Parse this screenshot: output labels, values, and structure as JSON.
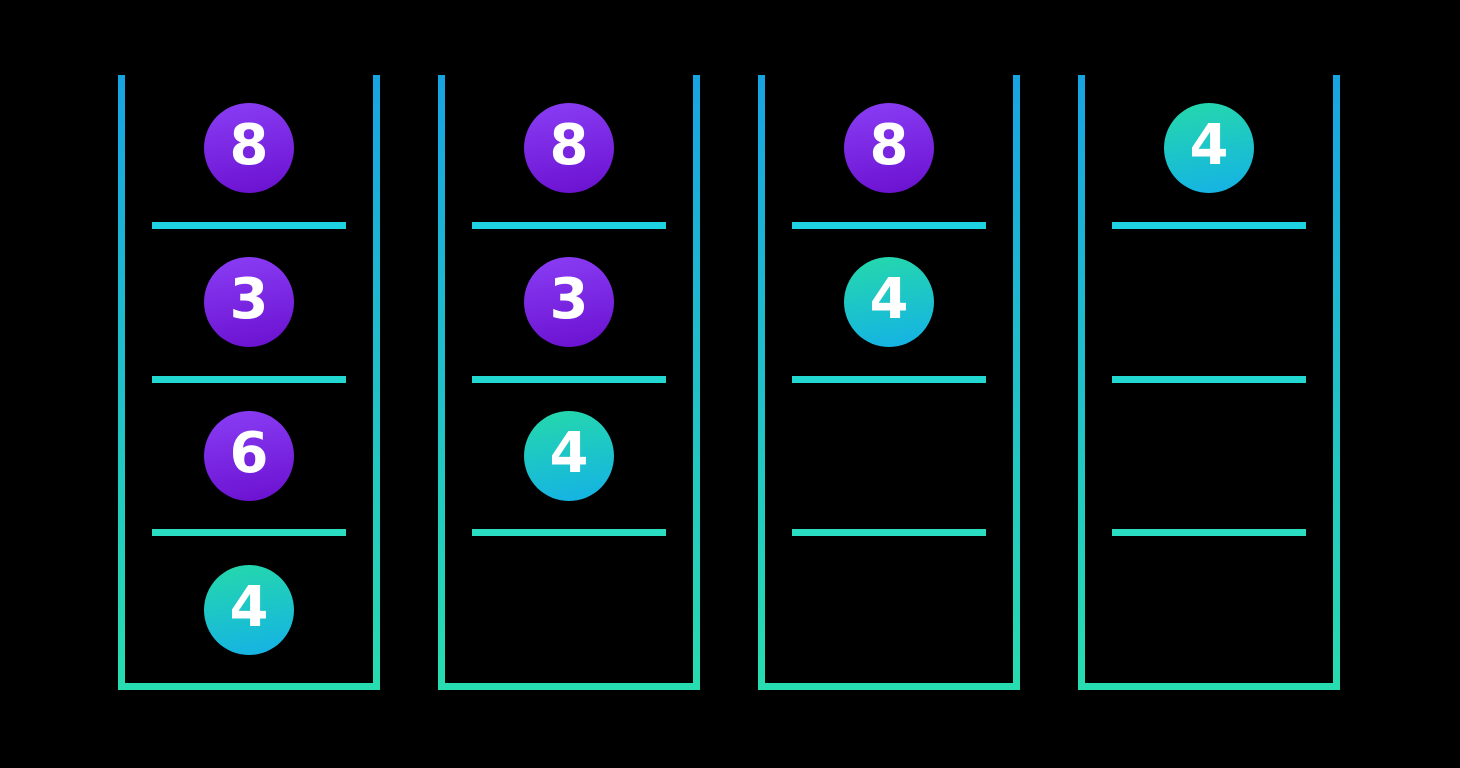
{
  "colors": {
    "bg": "#000000",
    "frame_top": "#17a4e3",
    "frame_bottom": "#27dcb0",
    "divider_1": "#1ed2e2",
    "divider_2": "#23d8d0",
    "divider_3": "#29dcc2",
    "ball_purple_top": "#8a3ef5",
    "ball_purple_bottom": "#6a10cf",
    "ball_teal_top": "#25d9aa",
    "ball_teal_bottom": "#14b1e7",
    "ball_text": "#ffffff"
  },
  "tubes": [
    {
      "cells": [
        {
          "value": "8",
          "color": "purple"
        },
        {
          "value": "3",
          "color": "purple"
        },
        {
          "value": "6",
          "color": "purple"
        },
        {
          "value": "4",
          "color": "teal"
        }
      ]
    },
    {
      "cells": [
        {
          "value": "8",
          "color": "purple"
        },
        {
          "value": "3",
          "color": "purple"
        },
        {
          "value": "4",
          "color": "teal"
        },
        {
          "value": null,
          "color": null
        }
      ]
    },
    {
      "cells": [
        {
          "value": "8",
          "color": "purple"
        },
        {
          "value": "4",
          "color": "teal"
        },
        {
          "value": null,
          "color": null
        },
        {
          "value": null,
          "color": null
        }
      ]
    },
    {
      "cells": [
        {
          "value": "4",
          "color": "teal"
        },
        {
          "value": null,
          "color": null
        },
        {
          "value": null,
          "color": null
        },
        {
          "value": null,
          "color": null
        }
      ]
    }
  ]
}
